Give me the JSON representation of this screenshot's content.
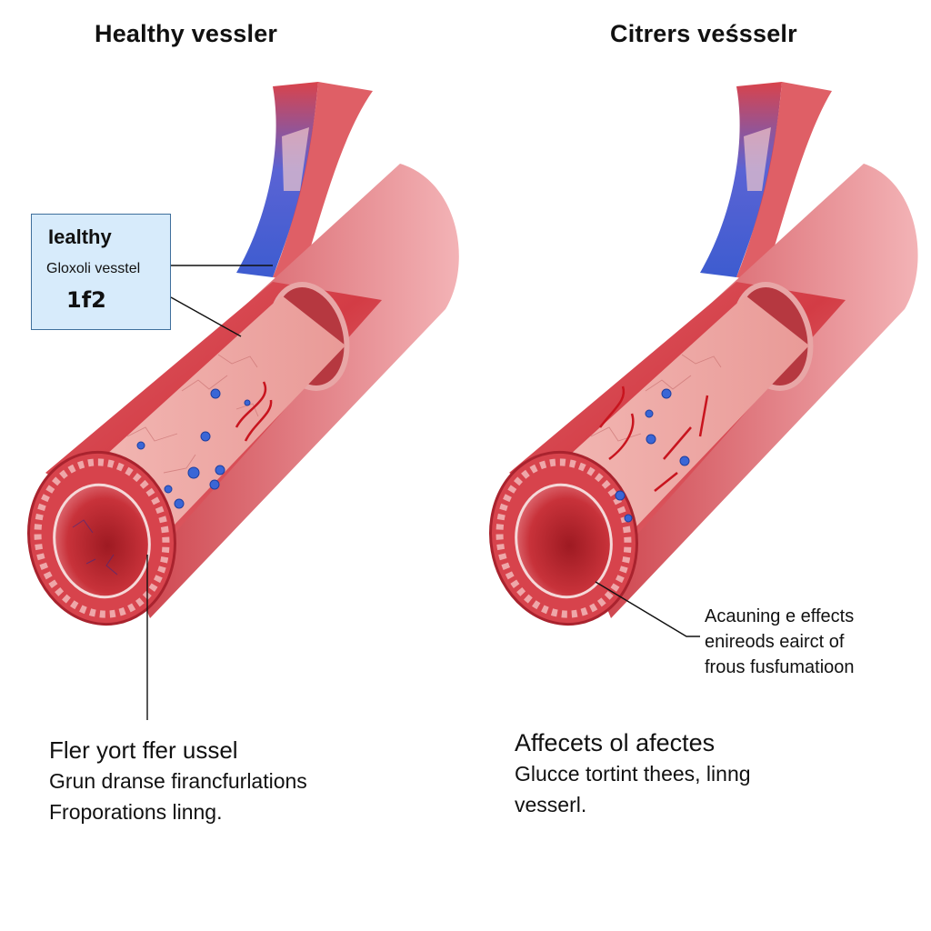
{
  "panels": {
    "left": {
      "title": "Healthy vessler",
      "callout": {
        "heading": "Iealthy",
        "subtitle": "Gloxoli vesstel",
        "number": "1f2"
      },
      "caption": [
        "Fler yort ffer ussel",
        "Grun dranse firancfurlations",
        "Froporations linng."
      ]
    },
    "right": {
      "title": "Citrers veśsselr",
      "annotation": [
        "Acauning e effects",
        "enireods eairct of",
        "frous fusfumatioon"
      ],
      "caption": [
        "Affecets ol afectes",
        "Glucce tortint  thees, linng",
        "vesserl."
      ]
    }
  },
  "colors": {
    "vessel_red": "#d9434b",
    "vessel_dark": "#a9232e",
    "lumen_red": "#b8242c",
    "vein_blue": "#4a6fd8",
    "callout_bg": "#d7ebfb",
    "particle_blue": "#3a66d6",
    "arrow_red": "#c8141e"
  }
}
